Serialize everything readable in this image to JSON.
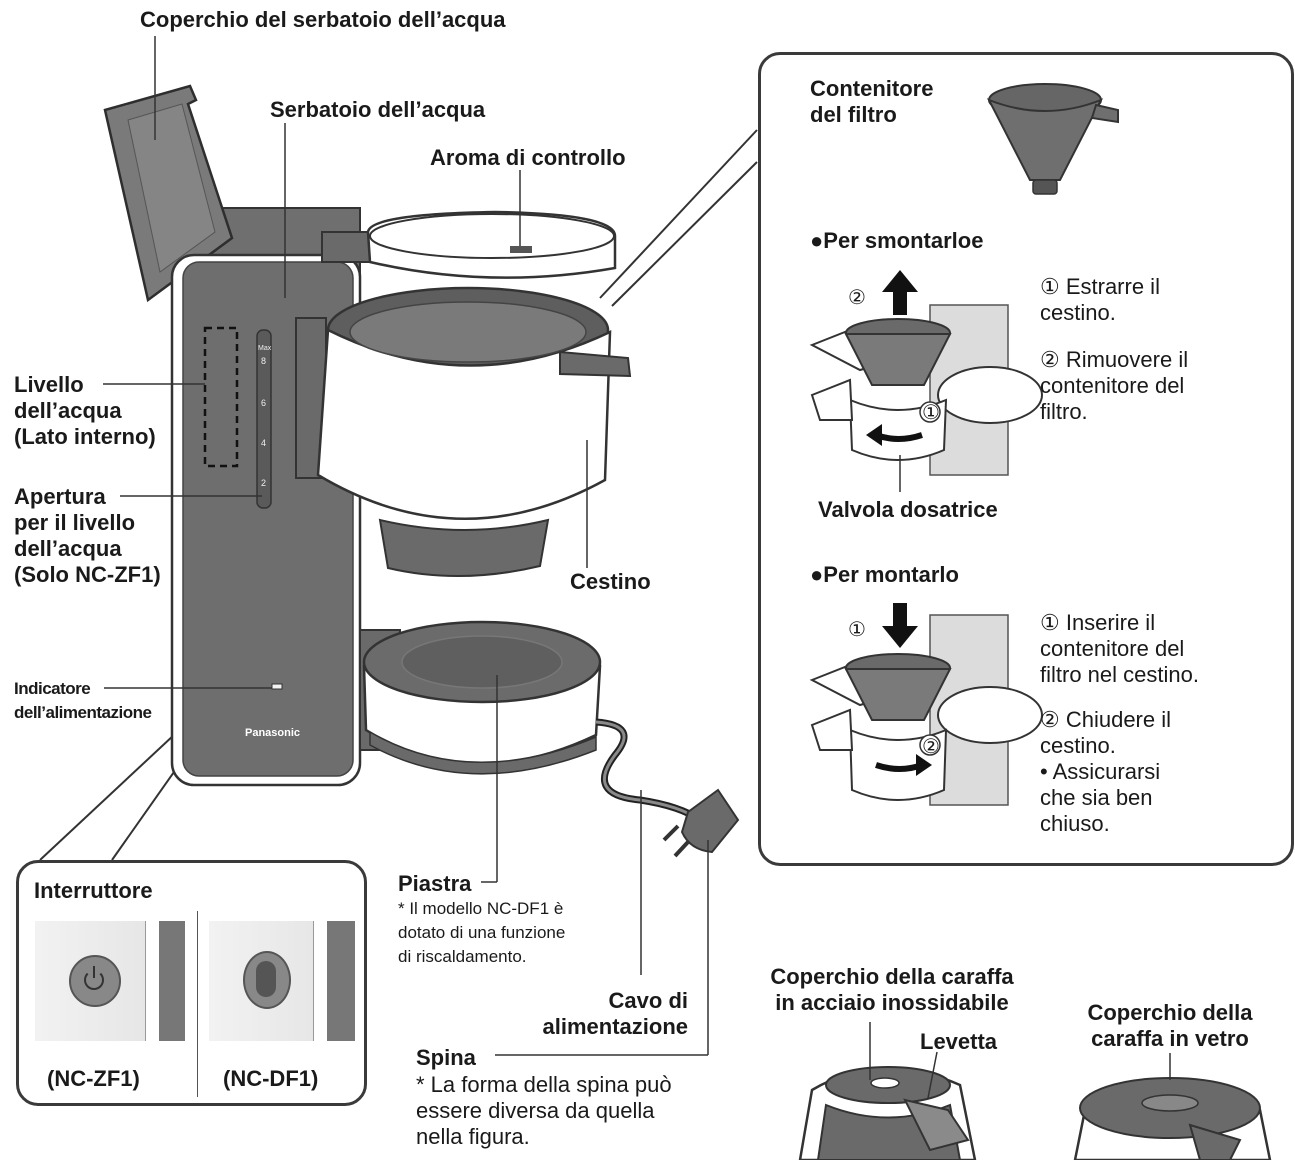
{
  "labels": {
    "water_tank_lid": "Coperchio del serbatoio dell’acqua",
    "water_tank": "Serbatoio dell’acqua",
    "aroma_control": "Aroma di controllo",
    "water_level": "Livello\ndell’acqua\n(Lato interno)",
    "water_level_window": "Apertura\nper il livello\ndell’acqua\n(Solo NC-ZF1)",
    "power_indicator": "Indicatore\ndell’alimentazione",
    "basket": "Cestino",
    "hot_plate": "Piastra",
    "hot_plate_note": "* Il modello NC-DF1 è\n  dotato di una funzione\n  di riscaldamento.",
    "power_cord": "Cavo di\nalimentazione",
    "plug": "Spina",
    "plug_note": "* La forma della spina può\n  essere diversa da quella\n  nella figura.",
    "brand": "Panasonic",
    "scale": [
      "Max",
      "8",
      "6",
      "4",
      "2"
    ]
  },
  "switch_box": {
    "title": "Interruttore",
    "left_model": "(NC-ZF1)",
    "right_model": "(NC-DF1)"
  },
  "filter_box": {
    "title": "Contenitore\ndel filtro",
    "remove_heading": "●Per smontarloe",
    "remove_steps": [
      "① Estrarre il\n    cestino.",
      "② Rimuovere il\n    contenitore del\n    filtro."
    ],
    "valve": "Valvola dosatrice",
    "attach_heading": "●Per montarlo",
    "attach_steps": [
      "① Inserire il\n    contenitore del\n    filtro nel cestino.",
      "② Chiudere il\n    cestino.\n    • Assicurarsi\n      che sia ben\n      chiuso."
    ],
    "circle1": "①",
    "circle2": "②"
  },
  "carafes": {
    "steel_lid": "Coperchio della caraffa\nin acciaio inossidabile",
    "lever": "Levetta",
    "glass_lid": "Coperchio della\ncaraffa in vetro"
  }
}
